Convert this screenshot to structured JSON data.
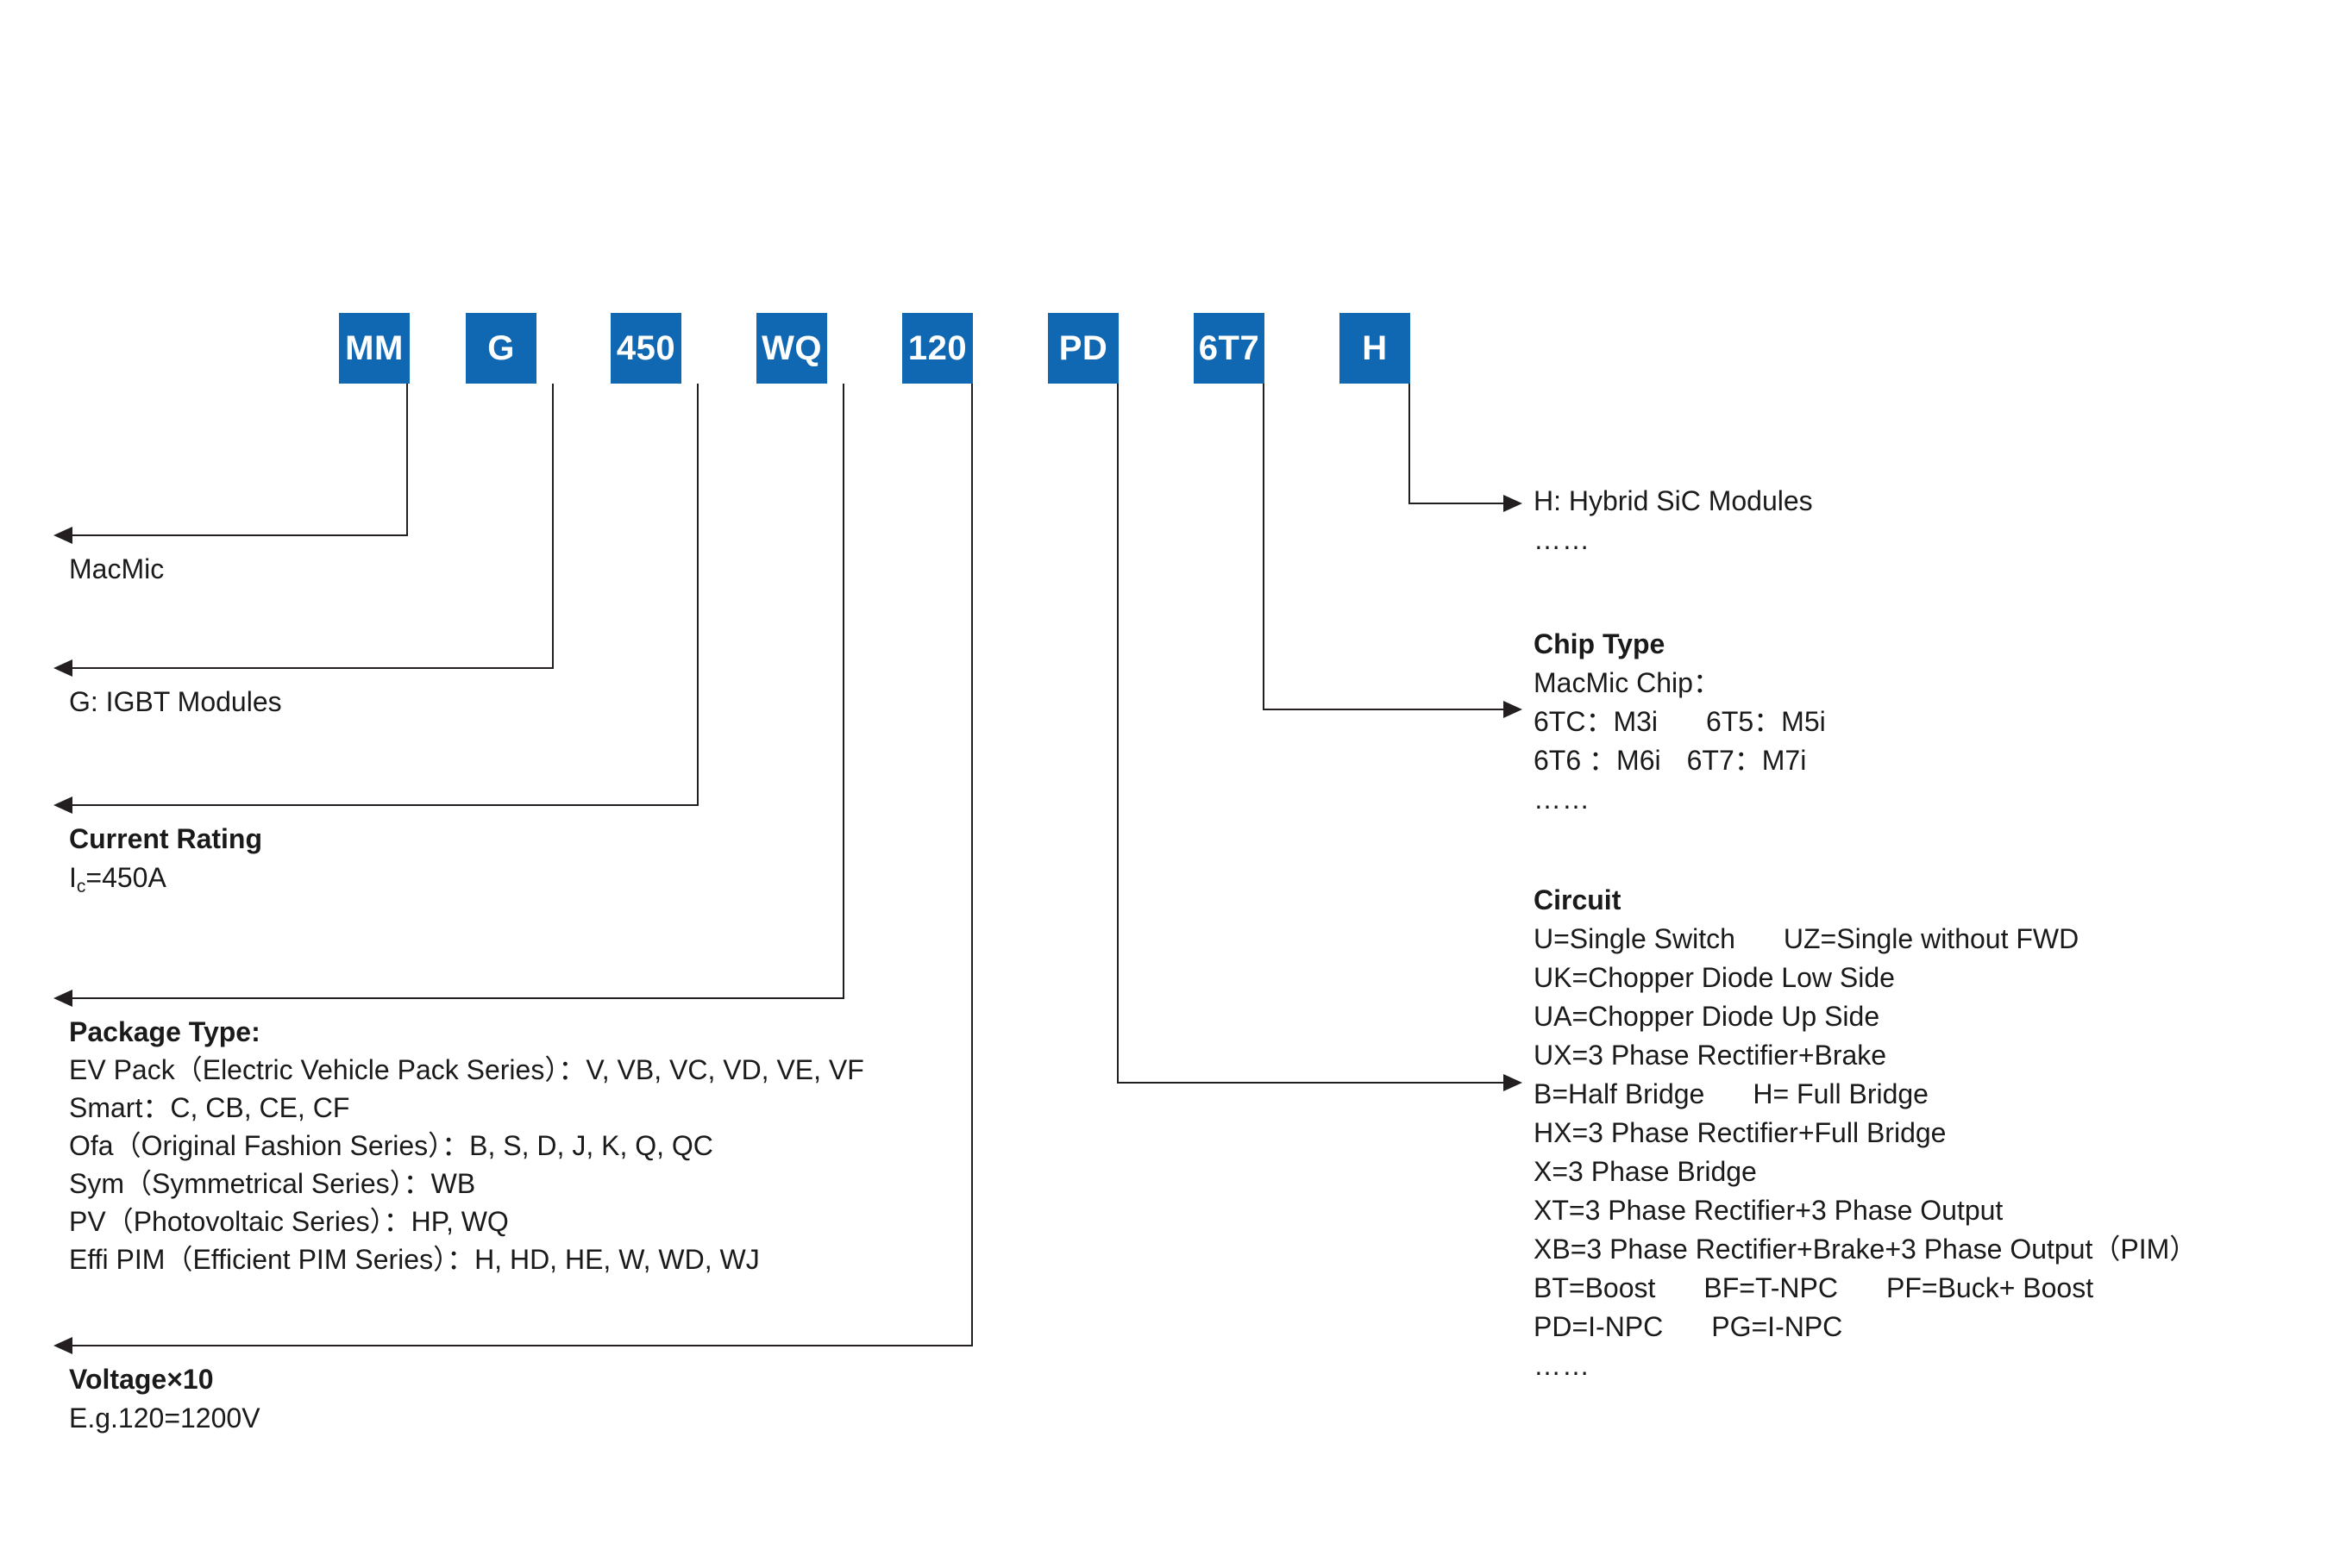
{
  "part_number": {
    "segments": [
      {
        "code": "MM",
        "name": "manufacturer"
      },
      {
        "code": "G",
        "name": "product-family"
      },
      {
        "code": "450",
        "name": "current-rating"
      },
      {
        "code": "WQ",
        "name": "package-type"
      },
      {
        "code": "120",
        "name": "voltage"
      },
      {
        "code": "PD",
        "name": "circuit"
      },
      {
        "code": "6T7",
        "name": "chip-type"
      },
      {
        "code": "H",
        "name": "module-technology"
      }
    ]
  },
  "colors": {
    "box_blue": "#1068B3",
    "line_black": "#231F20",
    "text_black": "#1A1A1A"
  },
  "left_callouts": {
    "manufacturer": {
      "lines": [
        "MacMic"
      ]
    },
    "product_family": {
      "lines": [
        "G: IGBT Modules"
      ]
    },
    "current_rating": {
      "heading": "Current Rating",
      "value_prefix": "I",
      "value_sub": "c",
      "value_suffix": "=450A"
    },
    "package_type": {
      "heading": "Package Type:",
      "lines": [
        "EV Pack（Electric Vehicle Pack Series）：V, VB, VC, VD, VE, VF",
        "Smart：C, CB, CE, CF",
        "Ofa（Original Fashion Series）：B, S, D, J, K, Q, QC",
        "Sym（Symmetrical Series）：WB",
        "PV（Photovoltaic Series）：HP, WQ",
        "Effi PIM（Efficient PIM Series）：H, HD, HE, W, WD, WJ"
      ]
    },
    "voltage": {
      "heading": "Voltage×10",
      "lines": [
        "E.g.120=1200V"
      ]
    }
  },
  "right_callouts": {
    "module_technology": {
      "lines": [
        "H: Hybrid SiC Modules"
      ],
      "ellipsis": "……"
    },
    "chip_type": {
      "heading": "Chip Type",
      "subheading": "MacMic Chip：",
      "rows": [
        {
          "left": "6TC：M3i",
          "right": "6T5：M5i"
        },
        {
          "left": "6T6 ：M6i",
          "right": "6T7：M7i"
        }
      ],
      "ellipsis": "……"
    },
    "circuit": {
      "heading": "Circuit",
      "rows": [
        {
          "left": "U=Single Switch",
          "right": "UZ=Single without FWD"
        },
        {
          "left": "UK=Chopper Diode Low Side",
          "right": ""
        },
        {
          "left": "UA=Chopper Diode Up Side",
          "right": ""
        },
        {
          "left": "UX=3 Phase Rectifier+Brake",
          "right": ""
        },
        {
          "left": "B=Half Bridge",
          "right": "H= Full Bridge"
        },
        {
          "left": "HX=3 Phase Rectifier+Full Bridge",
          "right": ""
        },
        {
          "left": "X=3 Phase Bridge",
          "right": ""
        },
        {
          "left": "XT=3 Phase Rectifier+3 Phase Output",
          "right": ""
        },
        {
          "left": "XB=3 Phase Rectifier+Brake+3 Phase Output（PIM）",
          "right": ""
        },
        {
          "left": "BT=Boost",
          "right": "BF=T-NPC",
          "right2": "PF=Buck+ Boost"
        },
        {
          "left": "PD=I-NPC",
          "right": "PG=I-NPC"
        }
      ],
      "ellipsis": "……"
    }
  }
}
